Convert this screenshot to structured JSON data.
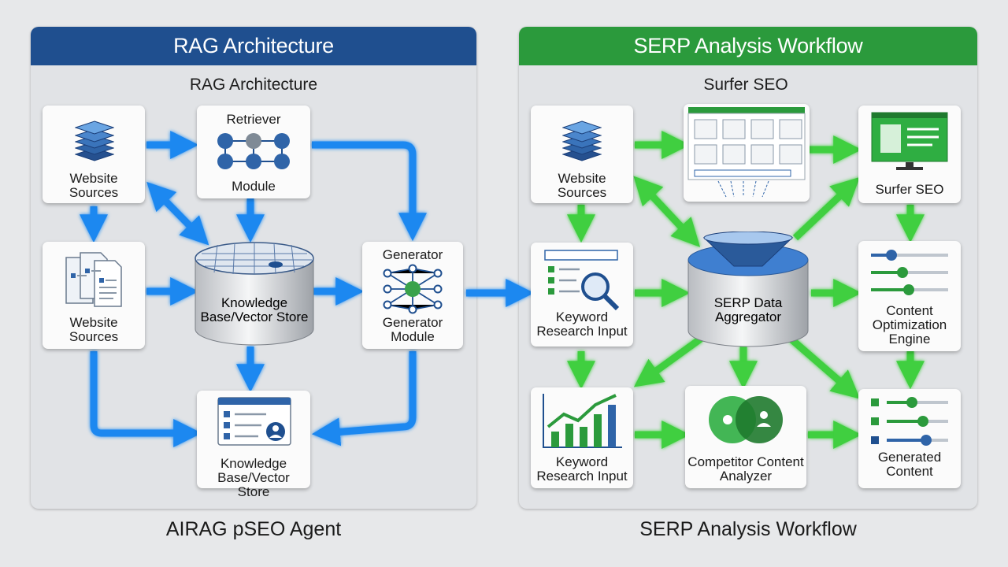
{
  "left_panel": {
    "header": "RAG Architecture",
    "subtitle": "RAG Architecture",
    "boxes": {
      "website_sources_top": "Website Sources",
      "retriever_top": "Retriever",
      "retriever_bottom": "Module",
      "website_sources_mid": "Website Sources",
      "knowledge_base": "Knowledge Base/Vector Store",
      "generator_top": "Generator",
      "generator_bottom": "Generator Module",
      "knowledge_base_bottom": "Knowledge Base/Vector Store"
    },
    "footer": "AIRAG pSEO Agent"
  },
  "right_panel": {
    "header": "SERP Analysis Workflow",
    "subtitle": "Surfer SEO",
    "boxes": {
      "website_sources": "Website Sources",
      "surfer_seo": "Surfer SEO",
      "keyword_input_mid": "Keyword Research Input",
      "serp_aggregator": "SERP Data Aggregator",
      "content_optimization": "Content Optimization Engine",
      "keyword_input_bottom": "Keyword Research Input",
      "competitor_analyzer": "Competitor Content Analyzer",
      "generated_content": "Generated Content"
    },
    "footer": "SERP Analysis Workflow"
  },
  "colors": {
    "blue_header": "#1f4f8f",
    "green_header": "#2b9a3c",
    "blue_arrow": "#1e88f0",
    "green_arrow": "#3fcf3f"
  }
}
